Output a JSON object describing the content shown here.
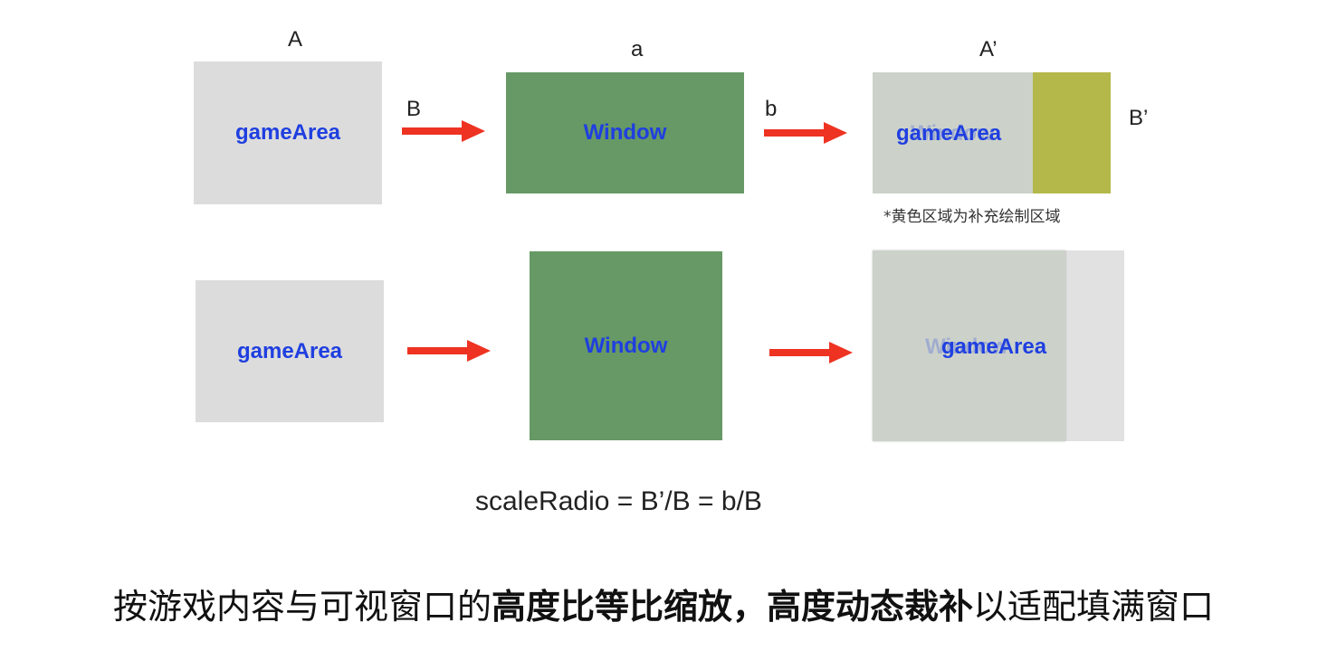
{
  "row1": {
    "label_A": "A",
    "label_a": "a",
    "label_A_prime": "A’",
    "label_B": "B",
    "label_b": "b",
    "label_B_prime": "B’",
    "source_label": "gameArea",
    "window_label": "Window",
    "result_label": "gameArea",
    "result_ghost_label": "Window",
    "note": "*黄色区域为补充绘制区域"
  },
  "row2": {
    "source_label": "gameArea",
    "window_label": "Window",
    "result_label": "gameArea",
    "result_ghost_label": "Window"
  },
  "formula": "scaleRadio = B’/B = b/B",
  "caption": {
    "part1": "按游戏内容与可视窗口的",
    "part2_bold": "高度比等比缩放，高度动态裁补",
    "part3": "以适配填满窗口"
  },
  "colors": {
    "gray_box": "#dcdcdc",
    "green_window": "#669966",
    "yellow_fill": "#b4b84a",
    "arrow_red": "#ee3322",
    "label_blue": "#1f3fe0"
  },
  "icons": [
    "arrow-right-icon"
  ]
}
